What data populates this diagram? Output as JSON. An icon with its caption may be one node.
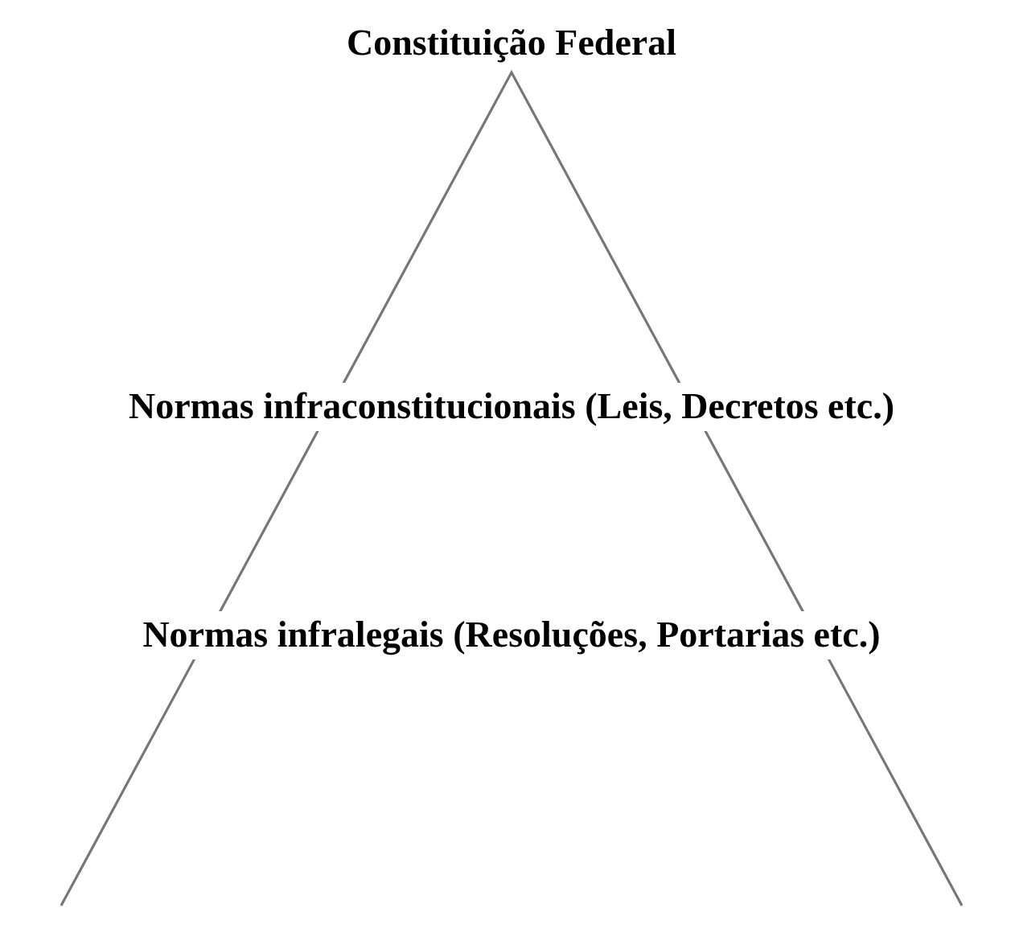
{
  "diagram": {
    "labels": [
      "Constituição Federal",
      "Normas infraconstitucionais (Leis, Decretos etc.)",
      "Normas infralegais (Resoluções, Portarias etc.)"
    ]
  }
}
